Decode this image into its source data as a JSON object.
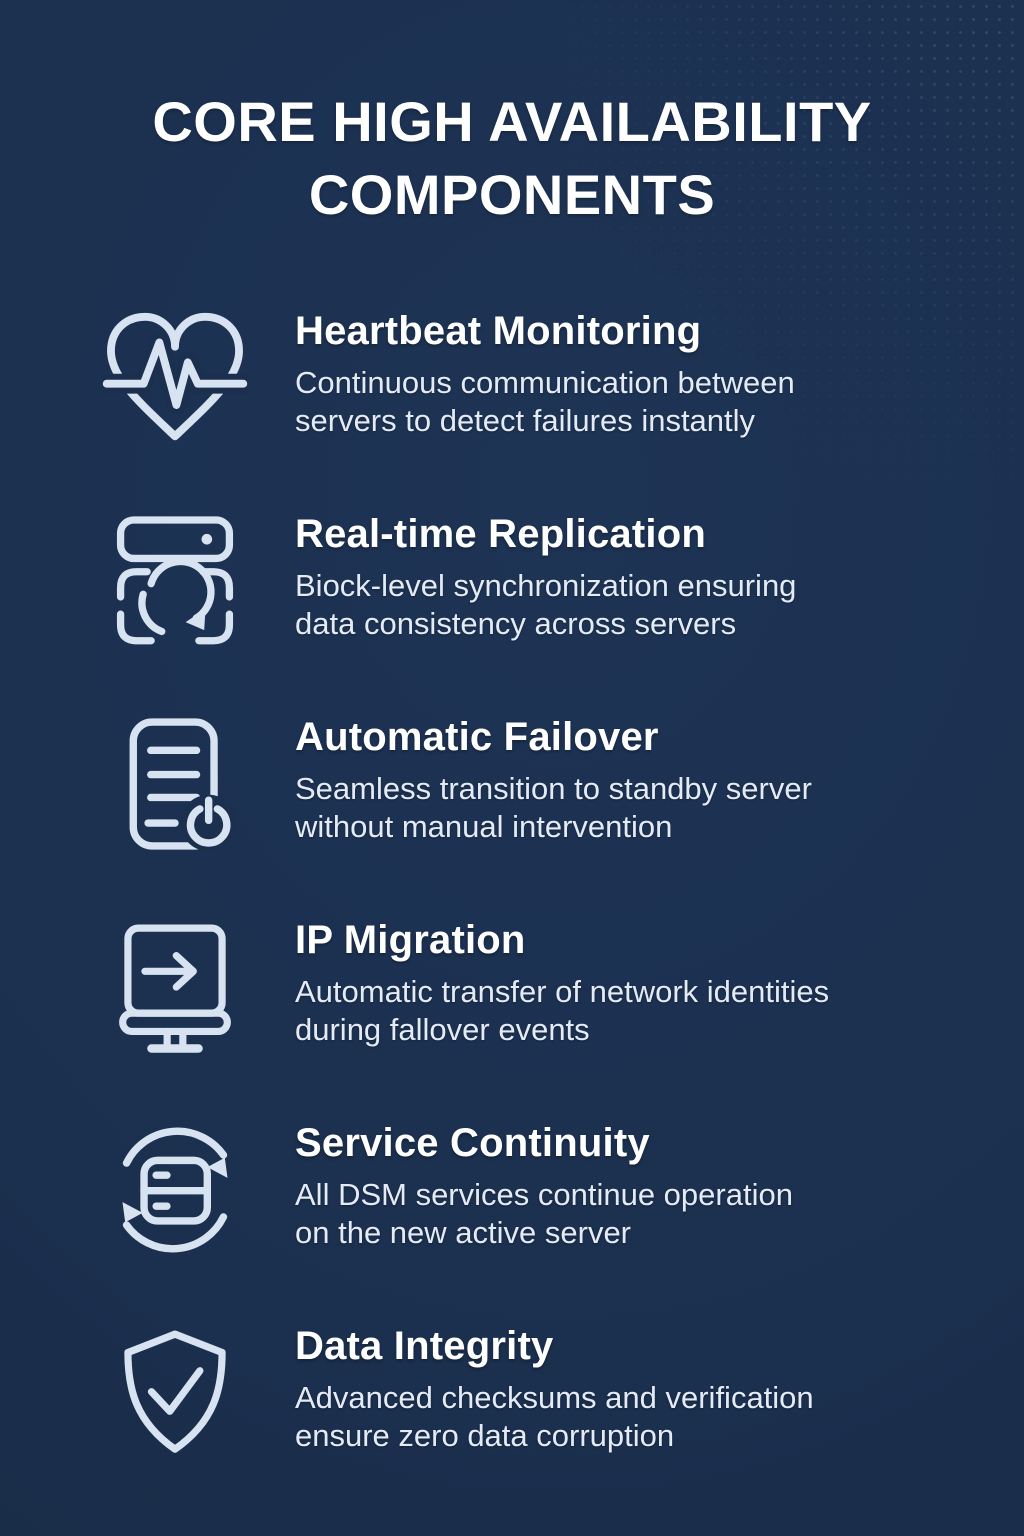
{
  "poster": {
    "title": "CORE HIGH AVAILABILITY\nCOMPONENTS"
  },
  "colors": {
    "background": "#1b2f4e",
    "background_light": "#1e3455",
    "background_dark": "#152639",
    "heading_text": "#ffffff",
    "body_text": "#e4ebf5",
    "icon_stroke": "#d8e3f1"
  },
  "items": [
    {
      "icon": "heartbeat-monitoring-icon",
      "title": "Heartbeat Monitoring",
      "description": "Continuous communication between\nservers to detect failures instantly"
    },
    {
      "icon": "realtime-replication-icon",
      "title": "Real-time Replication",
      "description": "Biock-level synchronization ensuring\ndata consistency across servers"
    },
    {
      "icon": "automatic-failover-icon",
      "title": "Automatic Failover",
      "description": "Seamless transition to standby server\nwithout manual intervention"
    },
    {
      "icon": "ip-migration-icon",
      "title": "IP Migration",
      "description": "Automatic transfer of network identities\nduring fallover events"
    },
    {
      "icon": "service-continuity-icon",
      "title": "Service Continuity",
      "description": "All DSM services continue operation\non the new active server"
    },
    {
      "icon": "data-integrity-icon",
      "title": "Data Integrity",
      "description": "Advanced checksums and verification\nensure zero data corruption"
    }
  ]
}
